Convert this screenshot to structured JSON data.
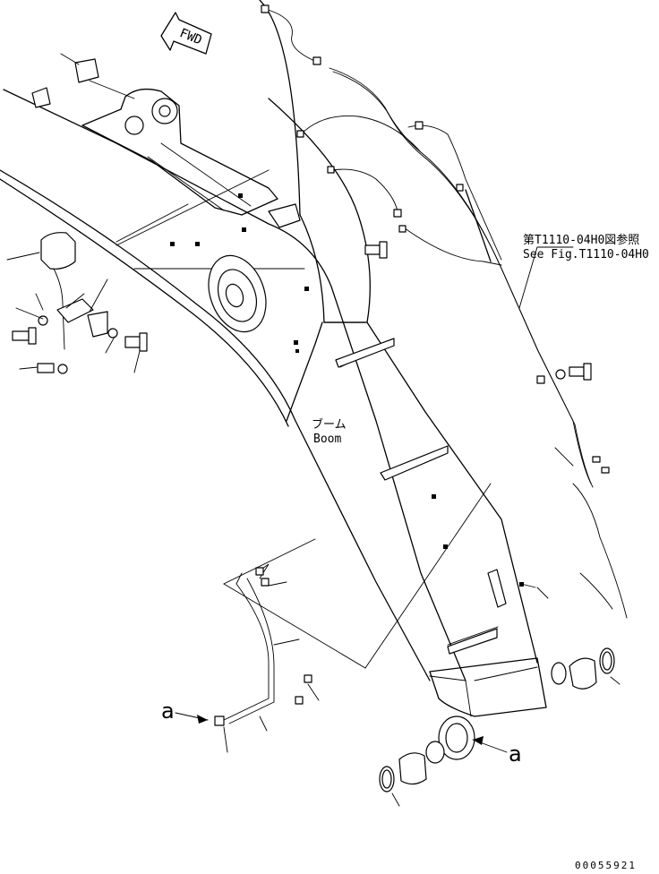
{
  "diagram": {
    "fwd_label": "FWD",
    "reference": {
      "line_jp": "第T1110-04H0図参照",
      "line_en": "See Fig.T1110-04H0"
    },
    "boom_label": {
      "jp": "ブーム",
      "en": "Boom"
    },
    "callouts": {
      "arrow_a_left": "a",
      "arrow_a_right": "a"
    },
    "drawing_code": "00055921"
  }
}
